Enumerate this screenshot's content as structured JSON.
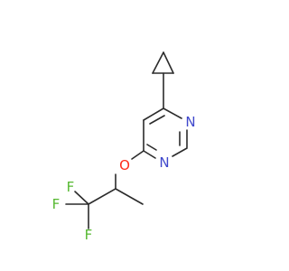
{
  "molecule": {
    "atoms": {
      "n1": {
        "symbol": "N",
        "color": "#3f48cc"
      },
      "n2": {
        "symbol": "N",
        "color": "#3f48cc"
      },
      "o1": {
        "symbol": "O",
        "color": "#ff2b1a"
      },
      "f1": {
        "symbol": "F",
        "color": "#55b830"
      },
      "f2": {
        "symbol": "F",
        "color": "#55b830"
      },
      "f3": {
        "symbol": "F",
        "color": "#55b830"
      }
    },
    "bond_color": "#2b2b2b"
  }
}
